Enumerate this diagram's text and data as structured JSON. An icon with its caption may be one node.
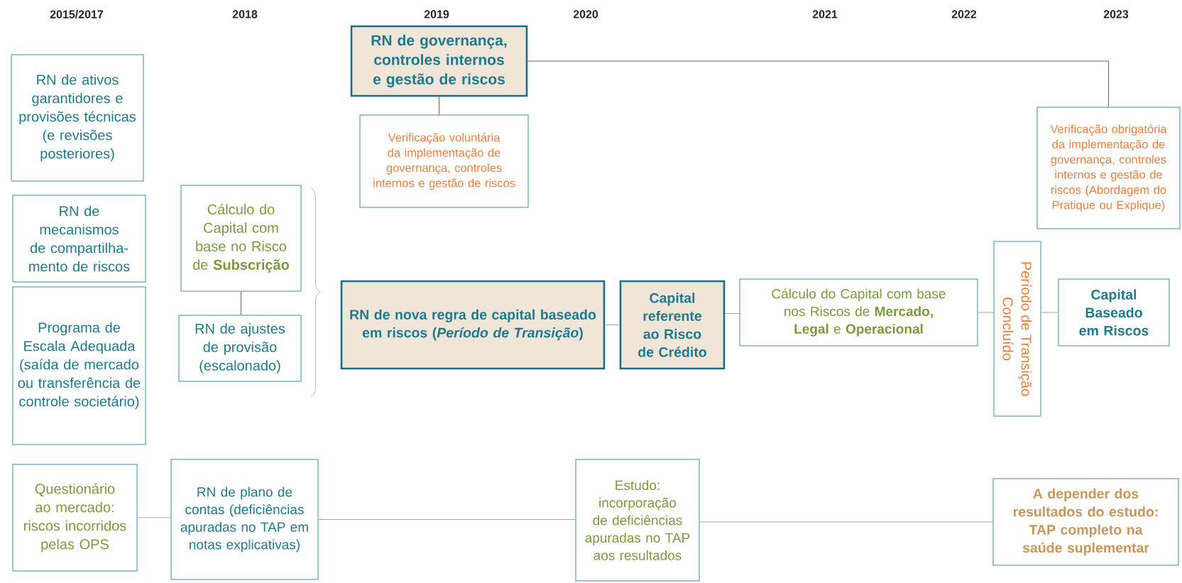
{
  "diagram": {
    "nodes": [
      {
        "text": [
          "RN de ativos garantidores e provisões técnicas (e revisões posteriores)"
        ]
      },
      {
        "text": [
          "RN de mecanismos de compartilha-mento de riscos"
        ]
      },
      {
        "text": [
          "Programa de Escala Adequada (saída de mercado ou transferência de controle societário)"
        ]
      },
      {
        "text": [
          "Questionário ao mercado: riscos incorridos pelas OPS"
        ]
      },
      {
        "text": [
          "Cálculo do Capital com base no Risco de **Subscrição**"
        ]
      },
      {
        "text": [
          "RN de ajustes de provisão (escalonado)"
        ]
      },
      {
        "text": [
          "RN de plano de contas (deficiências apuradas no TAP em notas explicativas)"
        ]
      },
      {
        "text": [
          "RN de governança, controles internos e gestão de riscos"
        ]
      },
      {
        "text": [
          "Verificação voluntária da implementação de governança, controles internos e gestão de riscos"
        ]
      },
      {
        "text": [
          "RN de nova regra de capital baseado em riscos (*Período de Transição*)"
        ]
      },
      {
        "text": [
          "Capital referente ao Risco de Crédito"
        ]
      },
      {
        "text": [
          "Cálculo do Capital com base nos Riscos de **Mercado,** **Legal** e **Operacional**"
        ]
      },
      {
        "text": [
          "Verificação obrigatória da implementação de governança, controles internos e gestão de riscos (Abordagem do Pratique ou Explique)"
        ]
      },
      {
        "text": [
          "Período de Transição Concluído"
        ]
      },
      {
        "text": [
          "Capital Baseado em Riscos"
        ]
      },
      {
        "text": [
          "Estudo: incorporação de deficiências apuradas no TAP aos resultados"
        ]
      },
      {
        "text": [
          "A depender dos resultados do estudo: TAP completo na saúde suplementar"
        ]
      }
    ],
    "edges": [
      {
        "from": 7,
        "to": 8,
        "arrow": "none",
        "color": "#8b5e34"
      },
      {
        "from": 7,
        "to": 12,
        "arrow": "none",
        "color": "#8b5e34"
      },
      {
        "from": 4,
        "to": 5,
        "arrow": "none",
        "color": "#8b5e34"
      },
      {
        "from": 9,
        "to": 10,
        "arrow": "none"
      },
      {
        "from": 10,
        "to": 11,
        "arrow": "none"
      },
      {
        "from": 11,
        "to": 13,
        "arrow": "none"
      },
      {
        "from": 13,
        "to": 14,
        "arrow": "none"
      },
      {
        "from": 3,
        "to": 6,
        "arrow": "none"
      },
      {
        "from": 6,
        "to": 15,
        "arrow": "none"
      },
      {
        "from": 15,
        "to": 16,
        "arrow": "none"
      }
    ],
    "labels": [
      "2015/2017",
      "2018",
      "2019",
      "2020",
      "2021",
      "2022",
      "2023"
    ]
  }
}
